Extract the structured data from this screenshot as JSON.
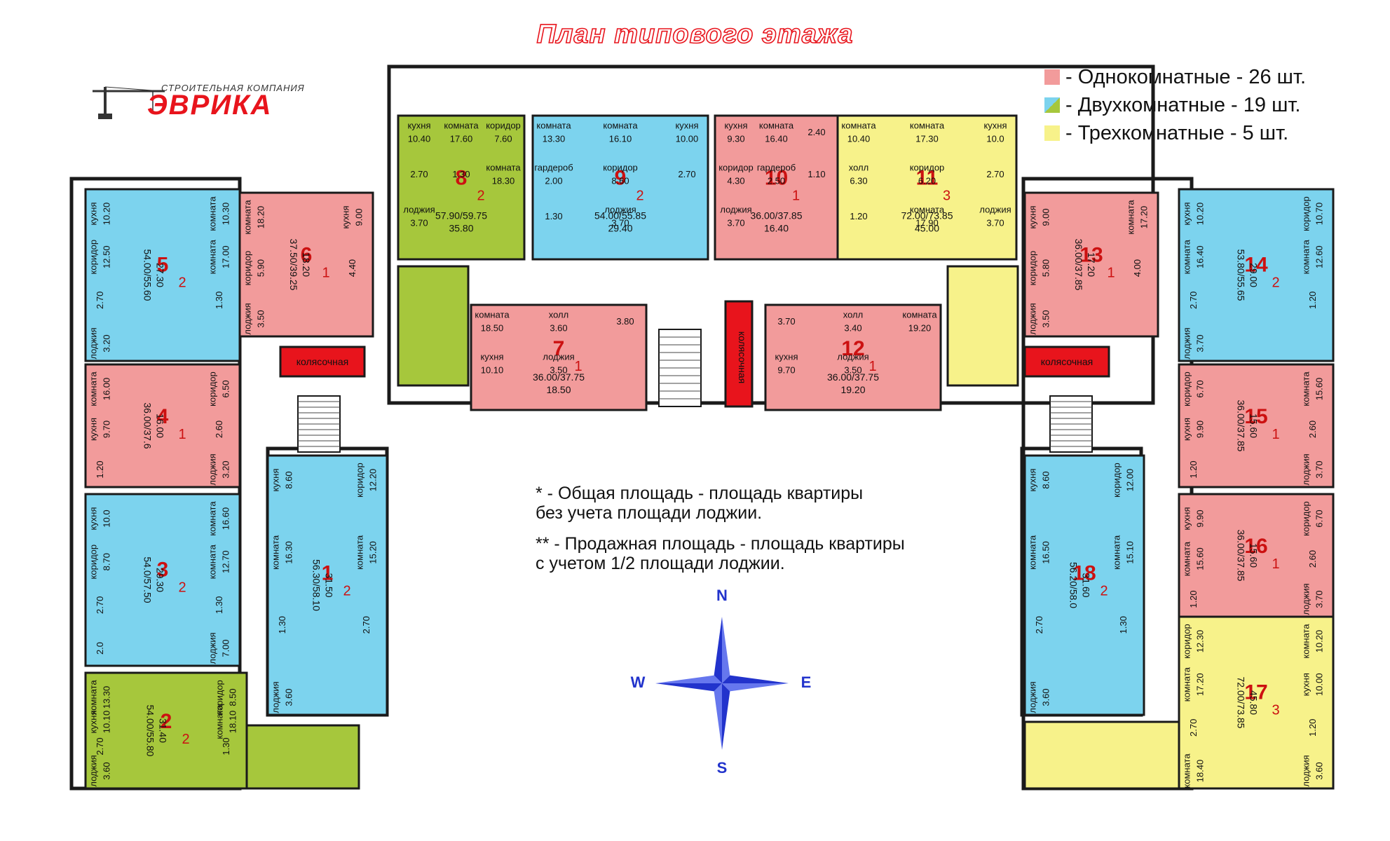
{
  "title": "План типового этажа",
  "logo": {
    "company_subtitle": "СТРОИТЕЛЬНАЯ КОМПАНИЯ",
    "name": "ЭВРИКА"
  },
  "legend": [
    {
      "color": "#f29b9b",
      "text": "- Однокомнатные - 26 шт."
    },
    {
      "color": "#7cd3ee",
      "text": "- Двухкомнатные  - 19 шт."
    },
    {
      "color": "#f7f28a",
      "text": "- Трехкомнатные  -  5 шт."
    }
  ],
  "colors": {
    "one_room": "#f29b9b",
    "two_room": "#7cd3ee",
    "two_room_green": "#a6c73c",
    "three_room": "#f7f28a",
    "wall": "#1a1a1a",
    "stroller_room": "#e8141c",
    "number": "#cc1111",
    "compass": "#2233cc"
  },
  "notes": [
    "* - Общая площадь - площадь квартиры\nбез учета площади лоджии.",
    "** - Продажная площадь - площадь квартиры\nс учетом 1/2 площади лоджии."
  ],
  "compass": {
    "N": "N",
    "S": "S",
    "E": "E",
    "W": "W"
  },
  "apartments": [
    {
      "number": "1",
      "rooms": "2",
      "area": "56.30/58.10",
      "living": "31.50",
      "labels": [
        "кухня 8.60",
        "коридор 12.20",
        "комната 16.30",
        "комната 15.20",
        "1.30",
        "2.70",
        "лоджия 3.60"
      ]
    },
    {
      "number": "2",
      "rooms": "2",
      "area": "54.00/55.80",
      "living": "31.40",
      "labels": [
        "комната 13.30",
        "коридор 8.50",
        "кухня 10.10",
        "комната 18.10",
        "2.70",
        "1.30",
        "лоджия 3.60"
      ]
    },
    {
      "number": "3",
      "rooms": "2",
      "area": "54.0/57.50",
      "living": "29.30",
      "labels": [
        "кухня 10.0",
        "комната 16.60",
        "коридор 8.70",
        "комната 12.70",
        "2.70",
        "1.30",
        "2.0",
        "лоджия 7.00"
      ]
    },
    {
      "number": "4",
      "rooms": "1",
      "area": "36.00/37.6",
      "living": "16.00",
      "labels": [
        "комната 16.00",
        "коридор 6.50",
        "кухня 9.70",
        "2.60",
        "1.20",
        "лоджия 3.20"
      ]
    },
    {
      "number": "5",
      "rooms": "2",
      "area": "54.00/55.60",
      "living": "27.30",
      "labels": [
        "кухня 10.20",
        "комната 10.30",
        "коридор 12.50",
        "комната 17.00",
        "2.70",
        "1.30",
        "лоджия 3.20"
      ]
    },
    {
      "number": "6",
      "rooms": "1",
      "area": "37.50/39.25",
      "living": "18.20",
      "labels": [
        "комната 18.20",
        "кухня 9.00",
        "коридор 5.90",
        "4.40",
        "лоджия 3.50"
      ]
    },
    {
      "number": "7",
      "rooms": "1",
      "area": "36.00/37.75",
      "living": "18.50",
      "labels": [
        "комната 18.50",
        "холл 3.60",
        "3.80",
        "кухня 10.10",
        "лоджия 3.50"
      ]
    },
    {
      "number": "8",
      "rooms": "2",
      "area": "57.90/59.75",
      "living": "35.80",
      "labels": [
        "кухня 10.40",
        "комната 17.60",
        "коридор 7.60",
        "2.70",
        "1.30",
        "комната 18.30",
        "лоджия 3.70"
      ]
    },
    {
      "number": "9",
      "rooms": "2",
      "area": "54.00/55.85",
      "living": "29.40",
      "labels": [
        "комната 13.30",
        "комната 16.10",
        "кухня 10.00",
        "гардероб 2.00",
        "коридор 8.60",
        "2.70",
        "1.30",
        "лоджия 3.70"
      ]
    },
    {
      "number": "10",
      "rooms": "1",
      "area": "36.00/37.85",
      "living": "16.40",
      "labels": [
        "кухня 9.30",
        "комната 16.40",
        "2.40",
        "коридор 4.30",
        "гардероб 2.50",
        "1.10",
        "лоджия 3.70"
      ]
    },
    {
      "number": "11",
      "rooms": "3",
      "area": "72.00/73.85",
      "living": "45.00",
      "labels": [
        "комната 10.40",
        "комната 17.30",
        "кухня 10.0",
        "холл 6.30",
        "коридор 6.20",
        "2.70",
        "1.20",
        "комната 17.90",
        "лоджия 3.70"
      ]
    },
    {
      "number": "12",
      "rooms": "1",
      "area": "36.00/37.75",
      "living": "19.20",
      "labels": [
        "3.70",
        "холл 3.40",
        "комната 19.20",
        "кухня 9.70",
        "лоджия 3.50"
      ]
    },
    {
      "number": "13",
      "rooms": "1",
      "area": "36.00/37.85",
      "living": "17.20",
      "labels": [
        "кухня 9.00",
        "комната 17.20",
        "коридор 5.80",
        "4.00",
        "лоджия 3.50"
      ]
    },
    {
      "number": "14",
      "rooms": "2",
      "area": "53.80/55.65",
      "living": "29.00",
      "labels": [
        "кухня 10.20",
        "коридор 10.70",
        "комната 16.40",
        "комната 12.60",
        "2.70",
        "1.20",
        "лоджия 3.70"
      ]
    },
    {
      "number": "15",
      "rooms": "1",
      "area": "36.00/37.85",
      "living": "15.60",
      "labels": [
        "коридор 6.70",
        "комната 15.60",
        "кухня 9.90",
        "2.60",
        "1.20",
        "лоджия 3.70"
      ]
    },
    {
      "number": "16",
      "rooms": "1",
      "area": "36.00/37.85",
      "living": "15.60",
      "labels": [
        "кухня 9.90",
        "коридор 6.70",
        "комната 15.60",
        "2.60",
        "1.20",
        "лоджия 3.70"
      ]
    },
    {
      "number": "17",
      "rooms": "3",
      "area": "72.00/73.85",
      "living": "45.80",
      "labels": [
        "коридор 12.30",
        "комната 10.20",
        "комната 17.20",
        "кухня 10.00",
        "2.70",
        "1.20",
        "комната 18.40",
        "лоджия 3.60"
      ]
    },
    {
      "number": "18",
      "rooms": "2",
      "area": "56.20/58.0",
      "living": "31.60",
      "labels": [
        "кухня 8.60",
        "коридор 12.00",
        "комната 16.50",
        "комната 15.10",
        "2.70",
        "1.30",
        "лоджия 3.60"
      ]
    }
  ],
  "service_rooms": [
    "колясочная",
    "колясочная",
    "колясочная"
  ]
}
